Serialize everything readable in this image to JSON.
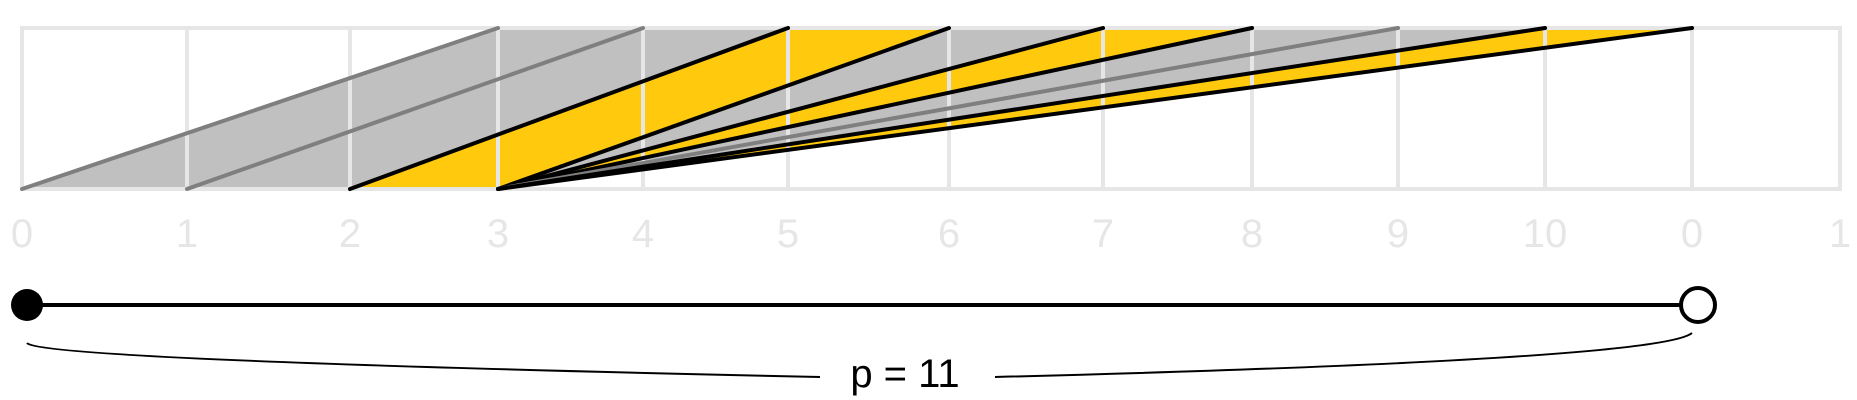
{
  "tick_labels": [
    "0",
    "1",
    "2",
    "3",
    "4",
    "5",
    "6",
    "7",
    "8",
    "9",
    "10",
    "0",
    "1"
  ],
  "period_label": "p = 11",
  "colors": {
    "grid": "#e6e6e6",
    "gray_fill": "#c0c0c0",
    "gold_fill": "#ffc90e",
    "gray_line": "#7f7f7f",
    "black_line": "#000000"
  },
  "lines": [
    {
      "from": 0,
      "to": 3,
      "color": "gray_line"
    },
    {
      "from": 1,
      "to": 4,
      "color": "gray_line"
    },
    {
      "from": 2,
      "to": 5,
      "color": "black_line"
    },
    {
      "from": 3,
      "to": 6,
      "color": "black_line"
    },
    {
      "from": 3,
      "to": 7,
      "color": "black_line"
    },
    {
      "from": 3,
      "to": 8,
      "color": "black_line"
    },
    {
      "from": 3,
      "to": 9,
      "color": "gray_line"
    },
    {
      "from": 3,
      "to": 10,
      "color": "black_line"
    },
    {
      "from": 3,
      "to": 11,
      "color": "black_line"
    }
  ],
  "bands": [
    {
      "bottom": [
        0,
        1
      ],
      "top": [
        3,
        4
      ],
      "color": "gray_fill"
    },
    {
      "bottom": [
        1,
        2
      ],
      "top": [
        4,
        5
      ],
      "color": "gray_fill"
    },
    {
      "bottom": [
        2,
        3
      ],
      "top": [
        5,
        6
      ],
      "color": "gold_fill"
    },
    {
      "bottom": [
        3,
        3
      ],
      "top": [
        6,
        7
      ],
      "color": "gray_fill"
    },
    {
      "bottom": [
        3,
        3
      ],
      "top": [
        7,
        8
      ],
      "color": "gold_fill"
    },
    {
      "bottom": [
        3,
        3
      ],
      "top": [
        8,
        9
      ],
      "color": "gray_fill"
    },
    {
      "bottom": [
        3,
        3
      ],
      "top": [
        9,
        10
      ],
      "color": "gray_fill"
    },
    {
      "bottom": [
        3,
        3
      ],
      "top": [
        10,
        11
      ],
      "color": "gold_fill"
    }
  ]
}
